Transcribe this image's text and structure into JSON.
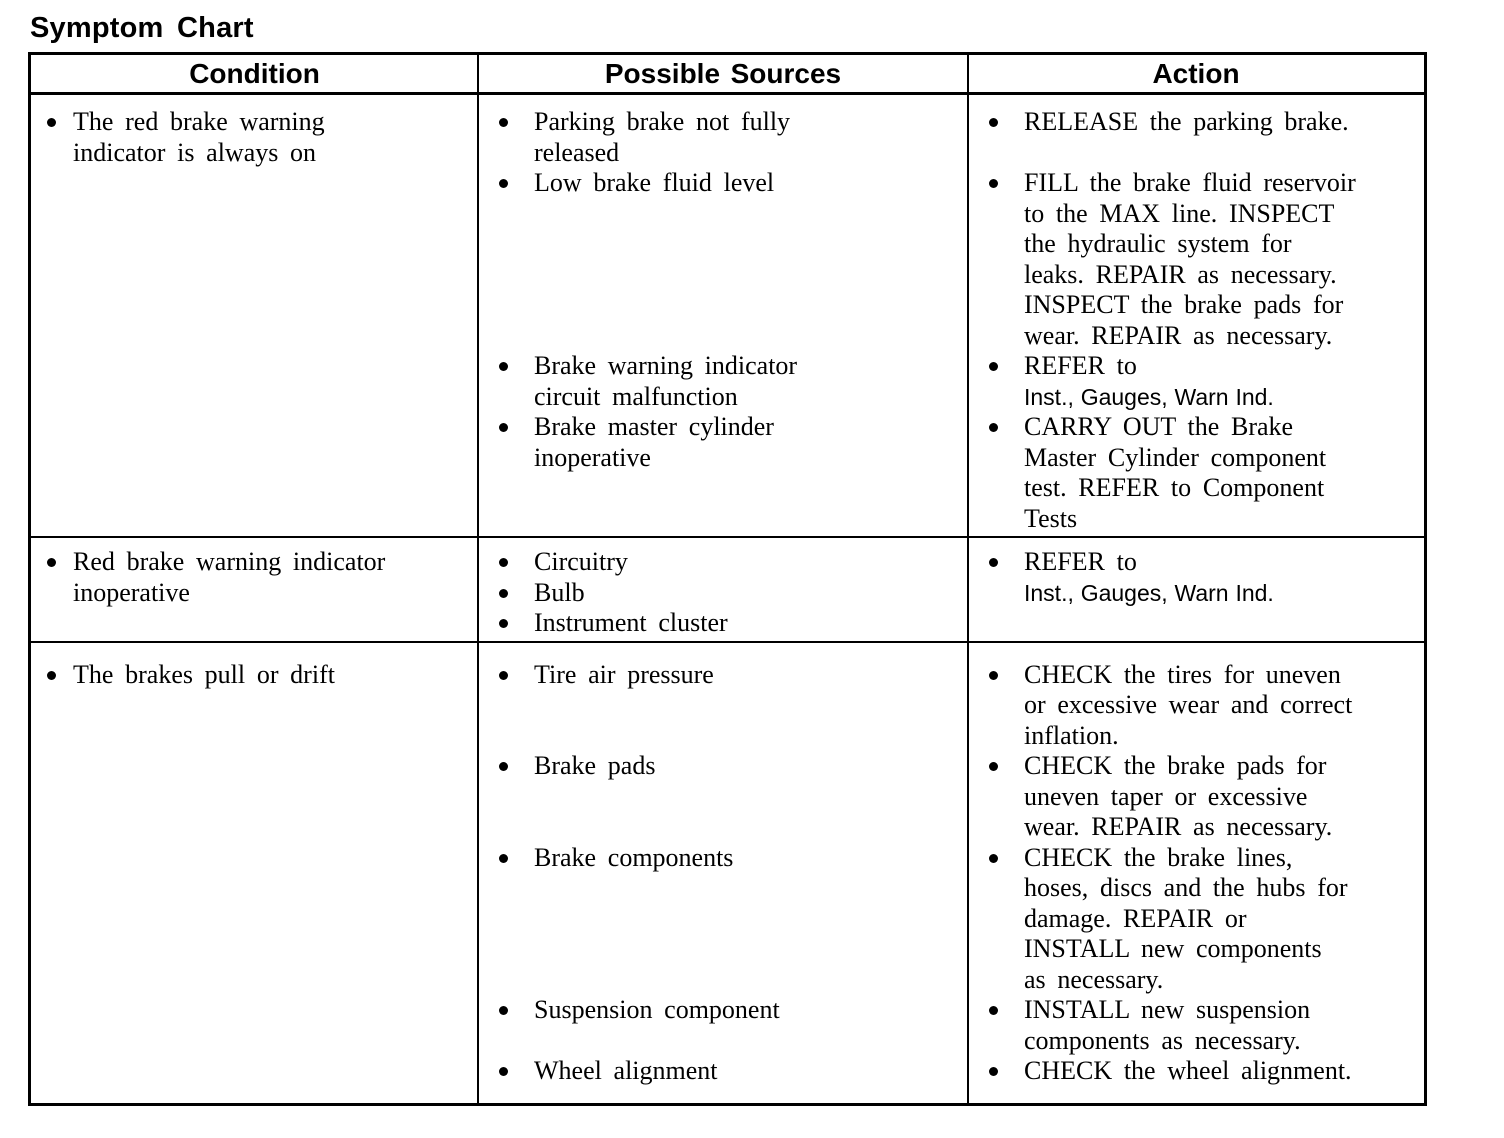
{
  "page": {
    "title": "Symptom Chart"
  },
  "colors": {
    "text": "#000000",
    "background": "#ffffff",
    "border": "#000000"
  },
  "table": {
    "headers": [
      "Condition",
      "Possible Sources",
      "Action"
    ],
    "rows": [
      {
        "condition": [
          {
            "segments": [
              {
                "text": "The red brake warning\nindicator is always on",
                "font": "serif"
              }
            ]
          }
        ],
        "pairs": [
          {
            "sources": [
              {
                "segments": [
                  {
                    "text": "Parking brake not fully\nreleased",
                    "font": "serif"
                  }
                ]
              }
            ],
            "actions": [
              {
                "segments": [
                  {
                    "text": "RELEASE the parking brake.",
                    "font": "serif"
                  }
                ]
              }
            ]
          },
          {
            "sources": [
              {
                "segments": [
                  {
                    "text": "Low brake fluid level",
                    "font": "serif"
                  }
                ]
              }
            ],
            "actions": [
              {
                "segments": [
                  {
                    "text": "FILL the brake fluid reservoir\nto the MAX line. INSPECT\nthe hydraulic system for\nleaks. REPAIR as necessary.\nINSPECT the brake pads for\nwear. REPAIR as necessary.",
                    "font": "serif"
                  }
                ]
              }
            ]
          },
          {
            "sources": [
              {
                "segments": [
                  {
                    "text": "Brake warning indicator\ncircuit malfunction",
                    "font": "serif"
                  }
                ]
              }
            ],
            "actions": [
              {
                "segments": [
                  {
                    "text": "REFER to\n",
                    "font": "serif"
                  },
                  {
                    "text": "Inst., Gauges, Warn Ind.",
                    "font": "sans"
                  }
                ]
              }
            ]
          },
          {
            "sources": [
              {
                "segments": [
                  {
                    "text": "Brake master cylinder\ninoperative",
                    "font": "serif"
                  }
                ]
              }
            ],
            "actions": [
              {
                "segments": [
                  {
                    "text": "CARRY OUT the Brake\nMaster Cylinder component\ntest. REFER to Component\nTests",
                    "font": "serif"
                  }
                ]
              }
            ]
          }
        ]
      },
      {
        "condition": [
          {
            "segments": [
              {
                "text": "Red brake warning indicator\ninoperative",
                "font": "serif"
              }
            ]
          }
        ],
        "pairs": [
          {
            "sources": [
              {
                "segments": [
                  {
                    "text": "Circuitry",
                    "font": "serif"
                  }
                ]
              },
              {
                "segments": [
                  {
                    "text": "Bulb",
                    "font": "serif"
                  }
                ]
              },
              {
                "segments": [
                  {
                    "text": "Instrument cluster",
                    "font": "serif"
                  }
                ]
              }
            ],
            "actions": [
              {
                "segments": [
                  {
                    "text": "REFER to\n",
                    "font": "serif"
                  },
                  {
                    "text": "Inst., Gauges, Warn Ind.",
                    "font": "sans"
                  }
                ]
              }
            ]
          }
        ]
      },
      {
        "condition": [
          {
            "segments": [
              {
                "text": "The brakes pull or drift",
                "font": "serif"
              }
            ]
          }
        ],
        "pairs": [
          {
            "sources": [
              {
                "segments": [
                  {
                    "text": "Tire air pressure",
                    "font": "serif"
                  }
                ]
              }
            ],
            "actions": [
              {
                "segments": [
                  {
                    "text": "CHECK the tires for uneven\nor excessive wear and correct\ninflation.",
                    "font": "serif"
                  }
                ]
              }
            ]
          },
          {
            "sources": [
              {
                "segments": [
                  {
                    "text": "Brake pads",
                    "font": "serif"
                  }
                ]
              }
            ],
            "actions": [
              {
                "segments": [
                  {
                    "text": "CHECK the brake pads for\nuneven taper or excessive\nwear. REPAIR as necessary.",
                    "font": "serif"
                  }
                ]
              }
            ]
          },
          {
            "sources": [
              {
                "segments": [
                  {
                    "text": "Brake components",
                    "font": "serif"
                  }
                ]
              }
            ],
            "actions": [
              {
                "segments": [
                  {
                    "text": "CHECK the brake lines,\nhoses, discs and the hubs for\ndamage. REPAIR or\nINSTALL new components\nas necessary.",
                    "font": "serif"
                  }
                ]
              }
            ]
          },
          {
            "sources": [
              {
                "segments": [
                  {
                    "text": "Suspension component",
                    "font": "serif"
                  }
                ]
              }
            ],
            "actions": [
              {
                "segments": [
                  {
                    "text": "INSTALL new suspension\ncomponents as necessary.",
                    "font": "serif"
                  }
                ]
              }
            ]
          },
          {
            "sources": [
              {
                "segments": [
                  {
                    "text": "Wheel alignment",
                    "font": "serif"
                  }
                ]
              }
            ],
            "actions": [
              {
                "segments": [
                  {
                    "text": "CHECK the wheel alignment.",
                    "font": "serif"
                  }
                ]
              }
            ]
          }
        ]
      }
    ]
  }
}
